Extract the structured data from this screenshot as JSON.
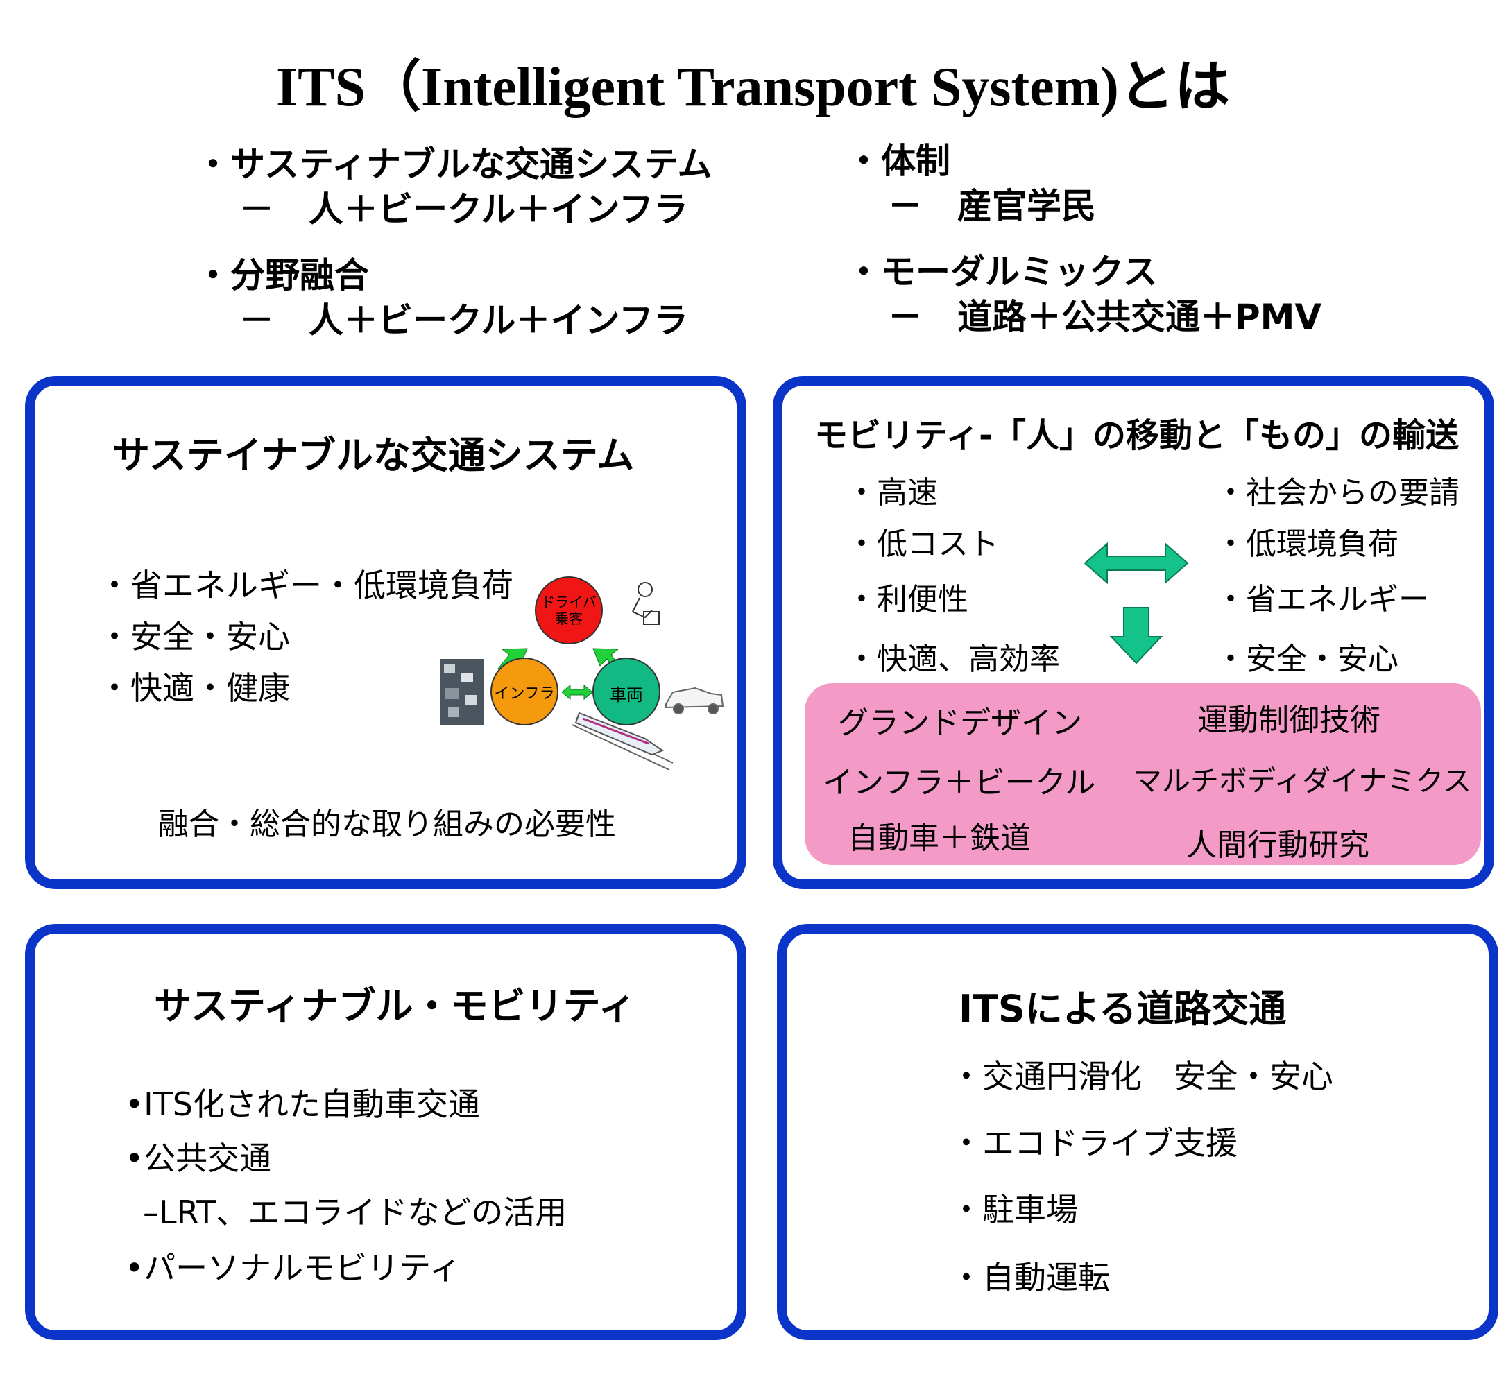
{
  "title": "ITS（Intelligent Transport System)とは",
  "top_left": {
    "items": [
      {
        "label": "・サスティナブルな交通システム",
        "sub": "－　人＋ビークル＋インフラ"
      },
      {
        "label": "・分野融合",
        "sub": "－　人＋ビークル＋インフラ"
      }
    ]
  },
  "top_right": {
    "items": [
      {
        "label": "・体制",
        "sub": "－　産官学民"
      },
      {
        "label": "・モーダルミックス",
        "sub": "－　道路＋公共交通＋PMV"
      }
    ]
  },
  "panel_tl": {
    "title": "サステイナブルな交通システム",
    "bullets": [
      "・省エネルギー・低環境負荷",
      "・安全・安心",
      "・快適・健康"
    ],
    "diagram": {
      "driver": "ドライバ",
      "passenger": "乗客",
      "infra": "インフラ",
      "vehicle": "車両"
    },
    "footer": "融合・総合的な取り組みの必要性"
  },
  "panel_tr": {
    "title": "モビリティ-「人」の移動と「もの」の輸送",
    "left_items": [
      "・高速",
      "・低コスト",
      "・利便性",
      "・快適、高効率"
    ],
    "right_items": [
      "・社会からの要請",
      "・低環境負荷",
      "・省エネルギー",
      "・安全・安心"
    ],
    "pink": {
      "left": [
        "グランドデザイン",
        "インフラ＋ビークル",
        "自動車＋鉄道"
      ],
      "right": [
        "運動制御技術",
        "マルチボディダイナミクス",
        "人間行動研究"
      ]
    },
    "colors": {
      "arrow": "#14c38a",
      "pink": "#f49ac6"
    }
  },
  "panel_bl": {
    "title": "サスティナブル・モビリティ",
    "items": [
      "•ITS化された自動車交通",
      "•公共交通",
      "–LRT、エコライドなどの活用",
      "•パーソナルモビリティ"
    ]
  },
  "panel_br": {
    "title": "ITSによる道路交通",
    "items": [
      "・交通円滑化　安全・安心",
      "・エコドライブ支援",
      "・駐車場",
      "・自動運転"
    ]
  },
  "colors": {
    "border": "#0a35c8",
    "red": "#f01616",
    "orange": "#f59a0c",
    "green": "#12b983",
    "link": "#22d03a"
  }
}
